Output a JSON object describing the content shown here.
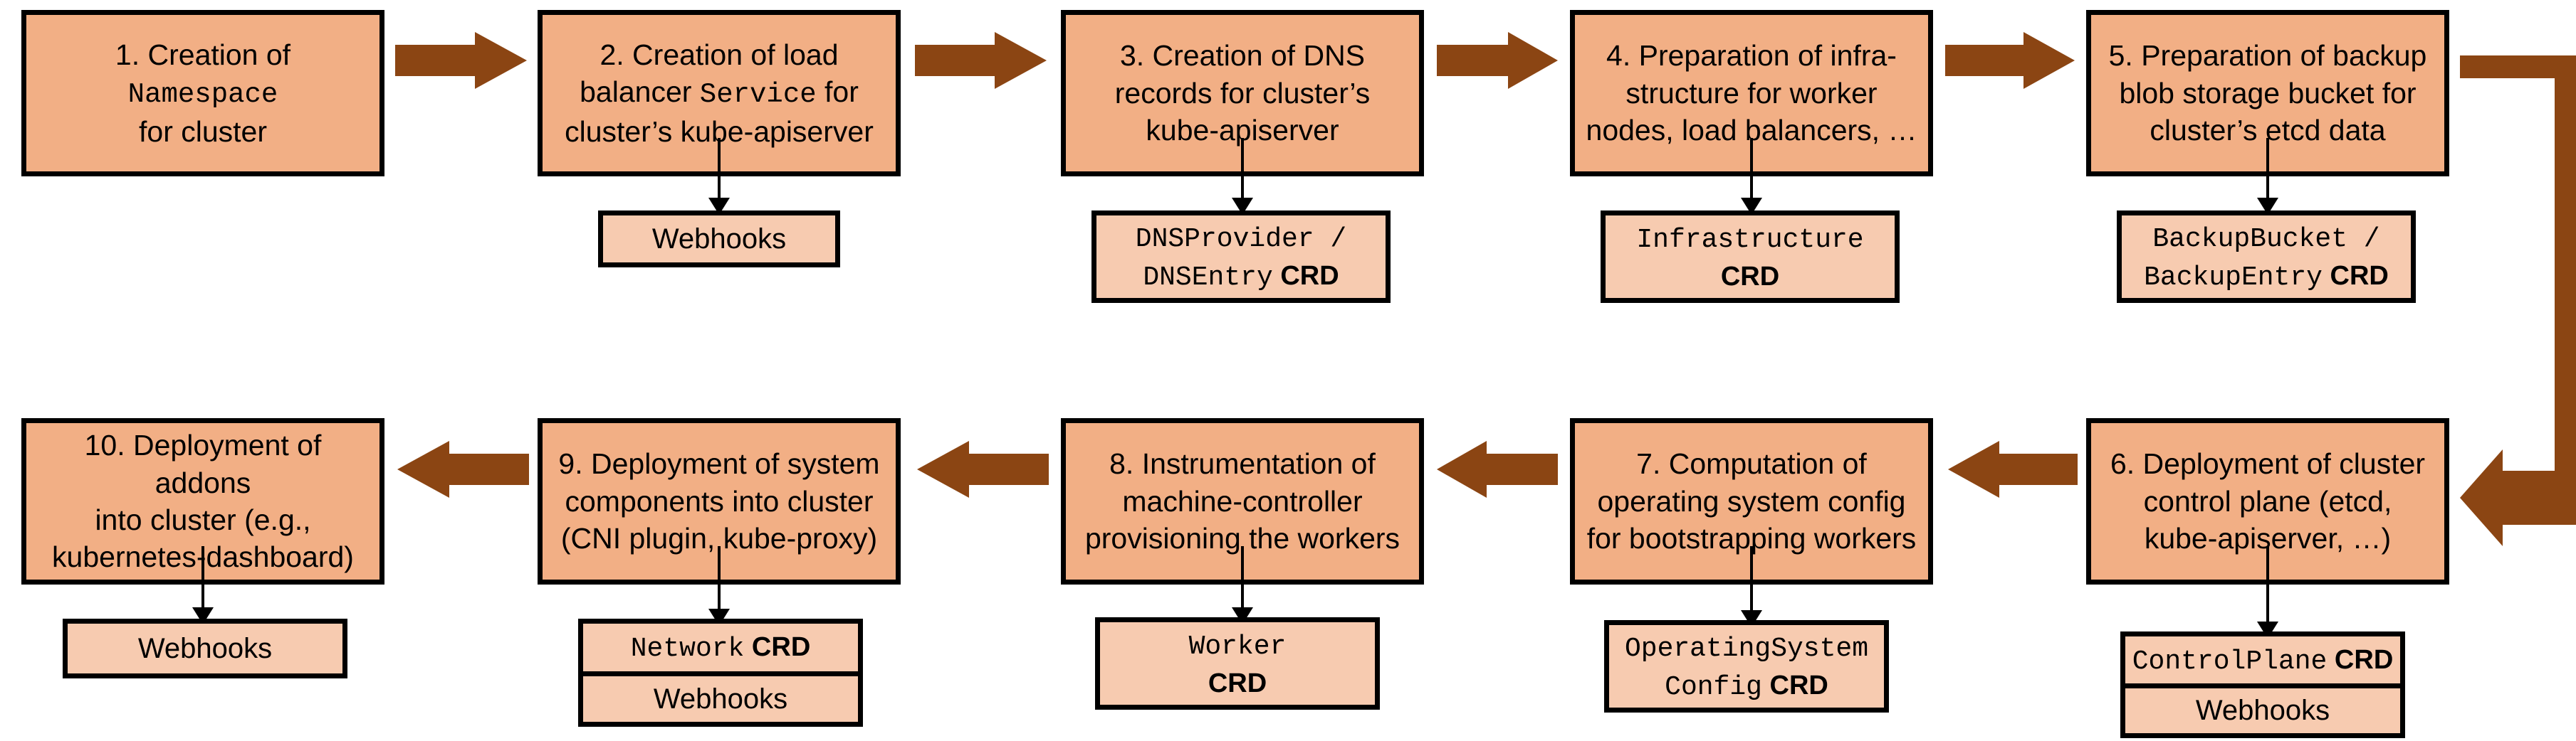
{
  "diagram": {
    "title": "Gardener shoot cluster reconciliation flow",
    "colors": {
      "step_fill": "#F2AF85",
      "sub_fill": "#F7CBB0",
      "arrow": "#8B4513",
      "stroke": "#000000",
      "background": "#FFFFFF"
    }
  },
  "steps": [
    {
      "id": "step-1",
      "number": "1.",
      "lines": [
        {
          "text": "1. Creation of",
          "style": "sans"
        },
        {
          "text": "Namespace",
          "style": "mono"
        },
        {
          "text": "for cluster",
          "style": "sans"
        }
      ],
      "plain": "1. Creation of Namespace for cluster",
      "sub": null
    },
    {
      "id": "step-2",
      "number": "2.",
      "lines": [
        {
          "text": "2. Creation of load",
          "style": "sans"
        },
        {
          "text": "balancer Service for",
          "style": "mixed"
        },
        {
          "text": "cluster’s kube-apiserver",
          "style": "sans"
        }
      ],
      "plain": "2. Creation of load balancer Service for cluster’s kube-apiserver",
      "sub": {
        "rows": [
          {
            "mono": "",
            "tag": "",
            "label": "Webhooks"
          }
        ]
      }
    },
    {
      "id": "step-3",
      "number": "3.",
      "lines": [
        {
          "text": "3. Creation of DNS",
          "style": "sans"
        },
        {
          "text": "records for cluster’s",
          "style": "sans"
        },
        {
          "text": "kube-apiserver",
          "style": "sans"
        }
      ],
      "plain": "3. Creation of DNS records for cluster’s kube-apiserver",
      "sub": {
        "rows": [
          {
            "mono": "DNSProvider /\nDNSEntry",
            "tag": "CRD",
            "label": ""
          }
        ]
      }
    },
    {
      "id": "step-4",
      "number": "4.",
      "lines": [
        {
          "text": "4. Preparation of infra-",
          "style": "sans"
        },
        {
          "text": "structure for worker",
          "style": "sans"
        },
        {
          "text": "nodes, load balancers, …",
          "style": "sans"
        }
      ],
      "plain": "4. Preparation of infrastructure for worker nodes, load balancers, …",
      "sub": {
        "rows": [
          {
            "mono": "Infrastructure",
            "tag": "CRD",
            "label": ""
          }
        ]
      }
    },
    {
      "id": "step-5",
      "number": "5.",
      "lines": [
        {
          "text": "5. Preparation of backup",
          "style": "sans"
        },
        {
          "text": "blob storage bucket for",
          "style": "sans"
        },
        {
          "text": "cluster’s etcd data",
          "style": "sans"
        }
      ],
      "plain": "5. Preparation of backup blob storage bucket for cluster’s etcd data",
      "sub": {
        "rows": [
          {
            "mono": "BackupBucket /\nBackupEntry",
            "tag": "CRD",
            "label": ""
          }
        ]
      }
    },
    {
      "id": "step-6",
      "number": "6.",
      "lines": [
        {
          "text": "6. Deployment of cluster",
          "style": "sans"
        },
        {
          "text": "control plane (etcd,",
          "style": "sans"
        },
        {
          "text": "kube-apiserver, …)",
          "style": "sans"
        }
      ],
      "plain": "6. Deployment of cluster control plane (etcd, kube-apiserver, …)",
      "sub": {
        "rows": [
          {
            "mono": "ControlPlane",
            "tag": "CRD",
            "label": ""
          },
          {
            "mono": "",
            "tag": "",
            "label": "Webhooks"
          }
        ]
      }
    },
    {
      "id": "step-7",
      "number": "7.",
      "lines": [
        {
          "text": "7. Computation of",
          "style": "sans"
        },
        {
          "text": "operating system config",
          "style": "sans"
        },
        {
          "text": "for bootstrapping workers",
          "style": "sans"
        }
      ],
      "plain": "7. Computation of operating system config for bootstrapping workers",
      "sub": {
        "rows": [
          {
            "mono": "OperatingSystem\nConfig",
            "tag": "CRD",
            "label": ""
          }
        ]
      }
    },
    {
      "id": "step-8",
      "number": "8.",
      "lines": [
        {
          "text": "8. Instrumentation of",
          "style": "sans"
        },
        {
          "text": "machine-controller",
          "style": "sans"
        },
        {
          "text": "provisioning the workers",
          "style": "sans"
        }
      ],
      "plain": "8. Instrumentation of machine-controller provisioning the workers",
      "sub": {
        "rows": [
          {
            "mono": "Worker",
            "tag": "CRD",
            "label": ""
          }
        ]
      }
    },
    {
      "id": "step-9",
      "number": "9.",
      "lines": [
        {
          "text": "9. Deployment of system",
          "style": "sans"
        },
        {
          "text": "components into cluster",
          "style": "sans"
        },
        {
          "text": "(CNI plugin, kube-proxy)",
          "style": "sans"
        }
      ],
      "plain": "9. Deployment of system components into cluster (CNI plugin, kube-proxy)",
      "sub": {
        "rows": [
          {
            "mono": "Network",
            "tag": "CRD",
            "label": ""
          },
          {
            "mono": "",
            "tag": "",
            "label": "Webhooks"
          }
        ]
      }
    },
    {
      "id": "step-10",
      "number": "10.",
      "lines": [
        {
          "text": "10. Deployment of addons",
          "style": "sans"
        },
        {
          "text": "into cluster (e.g.,",
          "style": "sans"
        },
        {
          "text": "kubernetes-dashboard)",
          "style": "sans"
        }
      ],
      "plain": "10. Deployment of addons into cluster (e.g., kubernetes-dashboard)",
      "sub": {
        "rows": [
          {
            "mono": "",
            "tag": "",
            "label": "Webhooks"
          }
        ]
      }
    }
  ],
  "box_text": {
    "s1_l1": "1. Creation of",
    "s1_l2": "Namespace",
    "s1_l3": "for cluster",
    "s2_l1": "2. Creation of load",
    "s2_l2a": "balancer ",
    "s2_l2b": "Service",
    "s2_l2c": " for",
    "s2_l3": "cluster’s kube-apiserver",
    "s3_l1": "3. Creation of DNS",
    "s3_l2": "records for cluster’s",
    "s3_l3": "kube-apiserver",
    "s4_l1": "4. Preparation of infra-",
    "s4_l2": "structure for worker",
    "s4_l3": "nodes, load balancers, …",
    "s5_l1": "5. Preparation of backup",
    "s5_l2": "blob storage bucket for",
    "s5_l3": "cluster’s etcd data",
    "s6_l1": "6. Deployment of cluster",
    "s6_l2": "control plane (etcd,",
    "s6_l3": "kube-apiserver, …)",
    "s7_l1": "7. Computation of",
    "s7_l2": "operating system config",
    "s7_l3": "for bootstrapping workers",
    "s8_l1": "8. Instrumentation of",
    "s8_l2": "machine-controller",
    "s8_l3": "provisioning the workers",
    "s9_l1": "9. Deployment of system",
    "s9_l2": "components into cluster",
    "s9_l3": "(CNI plugin, kube-proxy)",
    "s10_l1": "10. Deployment of addons",
    "s10_l2": "into cluster (e.g.,",
    "s10_l3": "kubernetes-dashboard)"
  },
  "sub_text": {
    "webhooks": "Webhooks",
    "crd": "CRD",
    "dns_l1": "DNSProvider /",
    "dns_l2": "DNSEntry",
    "infrastructure": "Infrastructure",
    "backup_l1": "BackupBucket /",
    "backup_l2": "BackupEntry",
    "controlplane": "ControlPlane",
    "osc_l1": "OperatingSystem",
    "osc_l2": "Config",
    "worker": "Worker",
    "network": "Network"
  },
  "connections": [
    {
      "from": "step-1",
      "to": "step-2",
      "kind": "block-arrow-right"
    },
    {
      "from": "step-2",
      "to": "step-3",
      "kind": "block-arrow-right"
    },
    {
      "from": "step-3",
      "to": "step-4",
      "kind": "block-arrow-right"
    },
    {
      "from": "step-4",
      "to": "step-5",
      "kind": "block-arrow-right"
    },
    {
      "from": "step-5",
      "to": "step-6",
      "kind": "elbow-right-down-left"
    },
    {
      "from": "step-6",
      "to": "step-7",
      "kind": "block-arrow-left"
    },
    {
      "from": "step-7",
      "to": "step-8",
      "kind": "block-arrow-left"
    },
    {
      "from": "step-8",
      "to": "step-9",
      "kind": "block-arrow-left"
    },
    {
      "from": "step-9",
      "to": "step-10",
      "kind": "block-arrow-left"
    },
    {
      "from": "step-2",
      "to": "sub-2",
      "kind": "thin-arrow-down"
    },
    {
      "from": "step-3",
      "to": "sub-3",
      "kind": "thin-arrow-down"
    },
    {
      "from": "step-4",
      "to": "sub-4",
      "kind": "thin-arrow-down"
    },
    {
      "from": "step-5",
      "to": "sub-5",
      "kind": "thin-arrow-down"
    },
    {
      "from": "step-6",
      "to": "sub-6",
      "kind": "thin-arrow-down"
    },
    {
      "from": "step-7",
      "to": "sub-7",
      "kind": "thin-arrow-down"
    },
    {
      "from": "step-8",
      "to": "sub-8",
      "kind": "thin-arrow-down"
    },
    {
      "from": "step-9",
      "to": "sub-9",
      "kind": "thin-arrow-down"
    },
    {
      "from": "step-10",
      "to": "sub-10",
      "kind": "thin-arrow-down"
    }
  ]
}
